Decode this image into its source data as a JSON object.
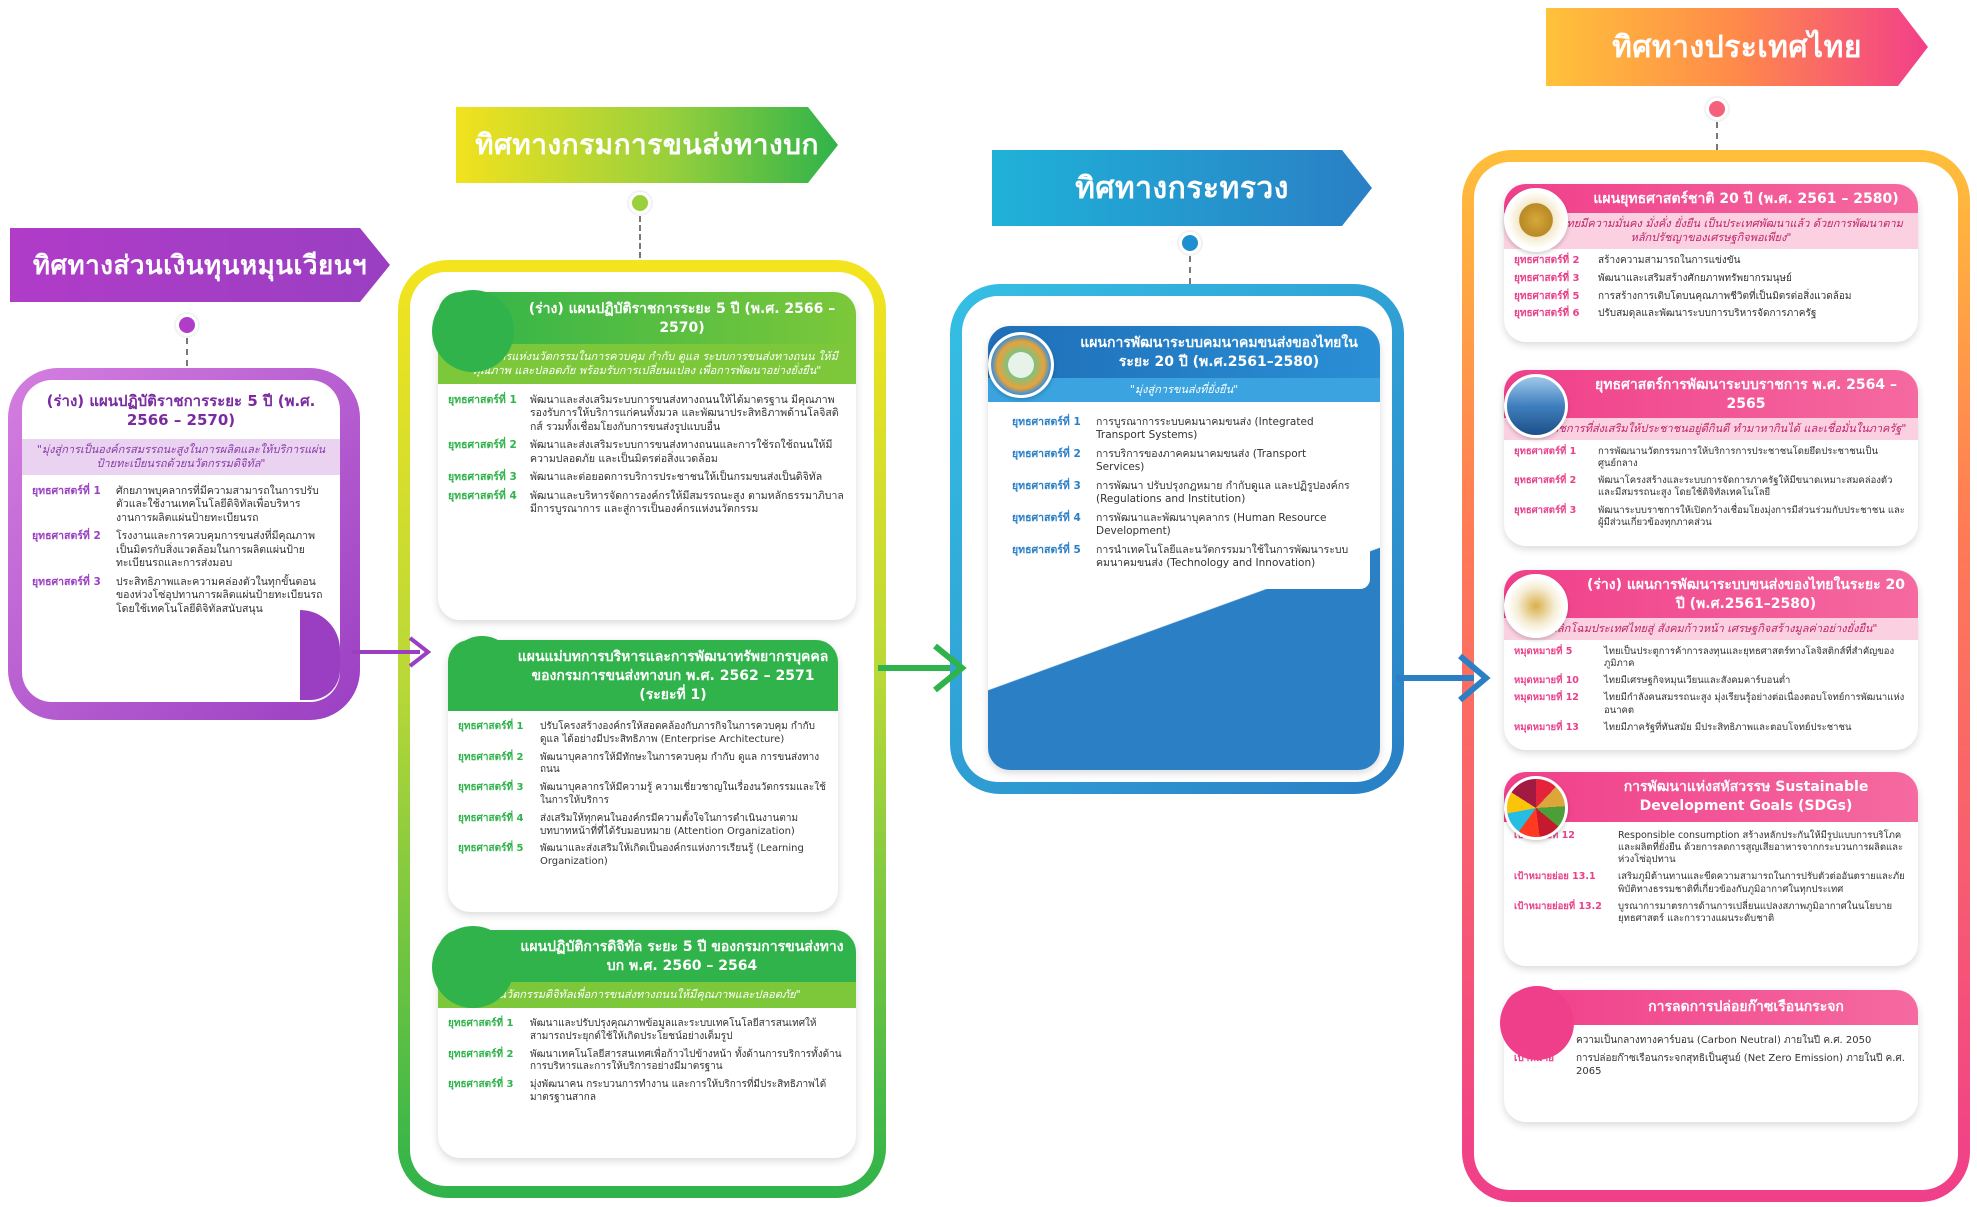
{
  "banners": {
    "fund": "ทิศทางส่วนเงินทุนหมุนเวียนฯ",
    "dlt": "ทิศทางกรมการขนส่งทางบก",
    "ministry": "ทิศทางกระทรวง",
    "thailand": "ทิศทางประเทศไทย"
  },
  "fund_card": {
    "title": "(ร่าง) แผนปฏิบัติราชการระยะ 5 ปี (พ.ศ. 2566 – 2570)",
    "subtitle": "\"มุ่งสู่การเป็นองค์กรสมรรถนะสูงในการผลิตและให้บริการแผ่นป้ายทะเบียนรถด้วยนวัตกรรมดิจิทัล\"",
    "items": [
      {
        "k": "ยุทธศาสตร์ที่ 1",
        "v": "ศักยภาพบุคลากรที่มีความสามารถในการปรับตัวและใช้งานเทคโนโลยีดิจิทัลเพื่อบริหารงานการผลิตแผ่นป้ายทะเบียนรถ"
      },
      {
        "k": "ยุทธศาสตร์ที่ 2",
        "v": "โรงงานและการควบคุมการขนส่งที่มีคุณภาพเป็นมิตรกับสิ่งแวดล้อมในการผลิตแผ่นป้ายทะเบียนรถและการส่งมอบ"
      },
      {
        "k": "ยุทธศาสตร์ที่ 3",
        "v": "ประสิทธิภาพและความคล่องตัวในทุกขั้นตอนของห่วงโซ่อุปทานการผลิตแผ่นป้ายทะเบียนรถโดยใช้เทคโนโลยีดิจิทัลสนับสนุน"
      }
    ]
  },
  "dlt_card1": {
    "title": "(ร่าง) แผนปฏิบัติราชการระยะ 5 ปี (พ.ศ. 2566 – 2570)",
    "subtitle": "\"เป็นองค์กรแห่งนวัตกรรมในการควบคุม กำกับ ดูแล ระบบการขนส่งทางถนน ให้มีคุณภาพ และปลอดภัย พร้อมรับการเปลี่ยนแปลง เพื่อการพัฒนาอย่างยั่งยืน\"",
    "items": [
      {
        "k": "ยุทธศาสตร์ที่ 1",
        "v": "พัฒนาและส่งเสริมระบบการขนส่งทางถนนให้ได้มาตรฐาน มีคุณภาพ รองรับการให้บริการแก่คนทั้งมวล และพัฒนาประสิทธิภาพด้านโลจิสติกส์ รวมทั้งเชื่อมโยงกับการขนส่งรูปแบบอื่น"
      },
      {
        "k": "ยุทธศาสตร์ที่ 2",
        "v": "พัฒนาและส่งเสริมระบบการขนส่งทางถนนและการใช้รถใช้ถนนให้มีความปลอดภัย และเป็นมิตรต่อสิ่งแวดล้อม"
      },
      {
        "k": "ยุทธศาสตร์ที่ 3",
        "v": "พัฒนาและต่อยอดการบริการประชาชนให้เป็นกรมขนส่งเป็นดิจิทัล"
      },
      {
        "k": "ยุทธศาสตร์ที่ 4",
        "v": "พัฒนาและบริหารจัดการองค์กรให้มีสมรรถนะสูง ตามหลักธรรมาภิบาล มีการบูรณาการ และสู่การเป็นองค์กรแห่งนวัตกรรม"
      }
    ]
  },
  "dlt_card2": {
    "title": "แผนแม่บทการบริหารและการพัฒนาทรัพยากรบุคคลของกรมการขนส่งทางบก พ.ศ. 2562 – 2571 (ระยะที่ 1)",
    "items": [
      {
        "k": "ยุทธศาสตร์ที่ 1",
        "v": "ปรับโครงสร้างองค์กรให้สอดคล้องกับภารกิจในการควบคุม กำกับ ดูแล ได้อย่างมีประสิทธิภาพ (Enterprise Architecture)"
      },
      {
        "k": "ยุทธศาสตร์ที่ 2",
        "v": "พัฒนาบุคลากรให้มีทักษะในการควบคุม กำกับ ดูแล การขนส่งทางถนน"
      },
      {
        "k": "ยุทธศาสตร์ที่ 3",
        "v": "พัฒนาบุคลากรให้มีความรู้ ความเชี่ยวชาญในเรื่องนวัตกรรมและใช้ในการให้บริการ"
      },
      {
        "k": "ยุทธศาสตร์ที่ 4",
        "v": "ส่งเสริมให้ทุกคนในองค์กรมีความตั้งใจในการดำเนินงานตามบทบาทหน้าที่ที่ได้รับมอบหมาย (Attention Organization)"
      },
      {
        "k": "ยุทธศาสตร์ที่ 5",
        "v": "พัฒนาและส่งเสริมให้เกิดเป็นองค์กรแห่งการเรียนรู้ (Learning Organization)"
      }
    ]
  },
  "dlt_card3": {
    "title": "แผนปฏิบัติการดิจิทัล ระยะ 5 ปี ของกรมการขนส่งทางบก พ.ศ. 2560 – 2564",
    "subtitle": "\"นวัตกรรมดิจิทัลเพื่อการขนส่งทางถนนให้มีคุณภาพและปลอดภัย\"",
    "items": [
      {
        "k": "ยุทธศาสตร์ที่ 1",
        "v": "พัฒนาและปรับปรุงคุณภาพข้อมูลและระบบเทคโนโลยีสารสนเทศให้สามารถประยุกต์ใช้ให้เกิดประโยชน์อย่างเต็มรูป"
      },
      {
        "k": "ยุทธศาสตร์ที่ 2",
        "v": "พัฒนาเทคโนโลยีสารสนเทศเพื่อก้าวไปข้างหน้า ทั้งด้านการบริการทั้งด้านการบริหารและการให้บริการอย่างมีมาตรฐาน"
      },
      {
        "k": "ยุทธศาสตร์ที่ 3",
        "v": "มุ่งพัฒนาคน กระบวนการทำงาน และการให้บริการที่มีประสิทธิภาพได้มาตรฐานสากล"
      }
    ]
  },
  "ministry_card": {
    "title": "แผนการพัฒนาระบบคมนาคมขนส่งของไทยในระยะ 20 ปี (พ.ศ.2561–2580)",
    "subtitle": "\"มุ่งสู่การขนส่งที่ยั่งยืน\"",
    "items": [
      {
        "k": "ยุทธศาสตร์ที่ 1",
        "v": "การบูรณาการระบบคมนาคมขนส่ง (Integrated Transport Systems)"
      },
      {
        "k": "ยุทธศาสตร์ที่ 2",
        "v": "การบริการของภาคคมนาคมขนส่ง (Transport Services)"
      },
      {
        "k": "ยุทธศาสตร์ที่ 3",
        "v": "การพัฒนา ปรับปรุงกฎหมาย กำกับดูแล และปฏิรูปองค์กร (Regulations and Institution)"
      },
      {
        "k": "ยุทธศาสตร์ที่ 4",
        "v": "การพัฒนาและพัฒนาบุคลากร (Human Resource Development)"
      },
      {
        "k": "ยุทธศาสตร์ที่ 5",
        "v": "การนำเทคโนโลยีและนวัตกรรมมาใช้ในการพัฒนาระบบคมนาคมขนส่ง (Technology and Innovation)"
      }
    ]
  },
  "th_card1": {
    "title": "แผนยุทธศาสตร์ชาติ 20 ปี (พ.ศ. 2561 – 2580)",
    "subtitle": "\"ประเทศไทยมีความมั่นคง มั่งคั่ง ยั่งยืน เป็นประเทศพัฒนาแล้ว ด้วยการพัฒนาตามหลักปรัชญาของเศรษฐกิจพอเพียง\"",
    "items": [
      {
        "k": "ยุทธศาสตร์ที่ 2",
        "v": "สร้างความสามารถในการแข่งขัน"
      },
      {
        "k": "ยุทธศาสตร์ที่ 3",
        "v": "พัฒนาและเสริมสร้างศักยภาพทรัพยากรมนุษย์"
      },
      {
        "k": "ยุทธศาสตร์ที่ 5",
        "v": "การสร้างการเติบโตบนคุณภาพชีวิตที่เป็นมิตรต่อสิ่งแวดล้อม"
      },
      {
        "k": "ยุทธศาสตร์ที่ 6",
        "v": "ปรับสมดุลและพัฒนาระบบการบริหารจัดการภาครัฐ"
      }
    ]
  },
  "th_card2": {
    "title": "ยุทธศาสตร์การพัฒนาระบบราชการ พ.ศ. 2564 – 2565",
    "subtitle": "\"ระบบราชการที่ส่งเสริมให้ประชาชนอยู่ดีกินดี ทำมาหากินได้ และเชื่อมั่นในภาครัฐ\"",
    "items": [
      {
        "k": "ยุทธศาสตร์ที่ 1",
        "v": "การพัฒนานวัตกรรมการให้บริการการประชาชนโดยยึดประชาชนเป็นศูนย์กลาง"
      },
      {
        "k": "ยุทธศาสตร์ที่ 2",
        "v": "พัฒนาโครงสร้างและระบบการจัดการภาครัฐให้มีขนาดเหมาะสมคล่องตัว และมีสมรรถนะสูง โดยใช้ดิจิทัลเทคโนโลยี"
      },
      {
        "k": "ยุทธศาสตร์ที่ 3",
        "v": "พัฒนาระบบราชการให้เปิดกว้างเชื่อมโยงมุ่งการมีส่วนร่วมกับประชาชน และผู้มีส่วนเกี่ยวข้องทุกภาคส่วน"
      }
    ]
  },
  "th_card3": {
    "title": "(ร่าง) แผนการพัฒนาระบบขนส่งของไทยในระยะ 20 ปี (พ.ศ.2561–2580)",
    "subtitle": "\"พลิกโฉมประเทศไทยสู่ สังคมก้าวหน้า เศรษฐกิจสร้างมูลค่าอย่างยั่งยืน\"",
    "items": [
      {
        "k": "หมุดหมายที่ 5",
        "v": "ไทยเป็นประตูการค้าการลงทุนและยุทธศาสตร์ทางโลจิสติกส์ที่สำคัญของภูมิภาค"
      },
      {
        "k": "หมุดหมายที่ 10",
        "v": "ไทยมีเศรษฐกิจหมุนเวียนและสังคมคาร์บอนต่ำ"
      },
      {
        "k": "หมุดหมายที่ 12",
        "v": "ไทยมีกำลังคนสมรรถนะสูง มุ่งเรียนรู้อย่างต่อเนื่องตอบโจทย์การพัฒนาแห่งอนาคต"
      },
      {
        "k": "หมุดหมายที่ 13",
        "v": "ไทยมีภาครัฐที่ทันสมัย มีประสิทธิภาพและตอบโจทย์ประชาชน"
      }
    ]
  },
  "th_card4": {
    "title": "การพัฒนาแห่งสหัสวรรษ Sustainable Development Goals (SDGs)",
    "items": [
      {
        "k": "เป้าหมายที่ 12",
        "v": "Responsible consumption สร้างหลักประกันให้มีรูปแบบการบริโภคและผลิตที่ยั่งยืน ด้วยการลดการสูญเสียอาหารจากกระบวนการผลิตและห่วงโซ่อุปทาน"
      },
      {
        "k": "เป้าหมายย่อย 13.1",
        "v": "เสริมภูมิต้านทานและขีดความสามารถในการปรับตัวต่ออันตรายและภัยพิบัติทางธรรมชาติที่เกี่ยวข้องกับภูมิอากาศในทุกประเทศ"
      },
      {
        "k": "เป้าหมายย่อยที่ 13.2",
        "v": "บูรณาการมาตรการด้านการเปลี่ยนแปลงสภาพภูมิอากาศในนโยบาย ยุทธศาสตร์ และการวางแผนระดับชาติ"
      }
    ]
  },
  "th_card5": {
    "title": "การลดการปล่อยก๊าซเรือนกระจก",
    "items": [
      {
        "k": "เป้าหมาย",
        "v": "ความเป็นกลางทางคาร์บอน (Carbon Neutral) ภายในปี ค.ศ. 2050"
      },
      {
        "k": "เป้าหมาย",
        "v": "การปล่อยก๊าซเรือนกระจกสุทธิเป็นศูนย์ (Net Zero Emission) ภายในปี ค.ศ. 2065"
      }
    ]
  },
  "colors": {
    "purple": "#9a3fc2",
    "green": "#2fb34a",
    "blue": "#2a7fc5",
    "pink": "#e9408a"
  }
}
